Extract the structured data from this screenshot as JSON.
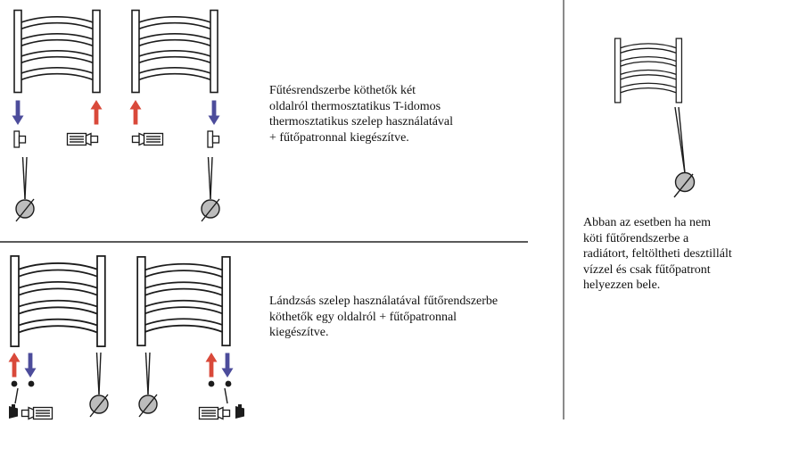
{
  "colors": {
    "arrow-red": "#d9493a",
    "arrow-blue": "#4c4c9b",
    "line": "#1c1c1c",
    "thermo-fill": "#bcbcbc",
    "divider-h": "#5a5a5a",
    "divider-v": "#8a8a8a"
  },
  "sections": {
    "two_sided": {
      "lines": [
        "Fűtésrendszerbe köthetők két",
        "oldalról thermosztatikus T-idomos",
        "thermosztatikus szelep használatával",
        "+ fűtőpatronnal kiegészítve."
      ]
    },
    "one_sided": {
      "lines": [
        "Lándzsás szelep használatával fűtőrendszerbe",
        "köthetők egy oldalról + fűtőpatronnal",
        "kiegészítve."
      ]
    },
    "standalone": {
      "lines": [
        "Abban az esetben ha nem",
        "köti fűtőrendszerbe a",
        "radiátort, feltöltheti desztillált",
        "vízzel és csak fűtőpatront",
        "helyezzen bele."
      ]
    }
  },
  "icons": {
    "radiator": "curved-towel-radiator",
    "arrow_up": "red-up-flow-arrow",
    "arrow_down": "blue-down-return-arrow",
    "thermostat": "thermostatic-head-with-probe",
    "heating_element": "electric-heating-cartridge",
    "valve": "t-piece-valve",
    "dot": "connection-point"
  }
}
